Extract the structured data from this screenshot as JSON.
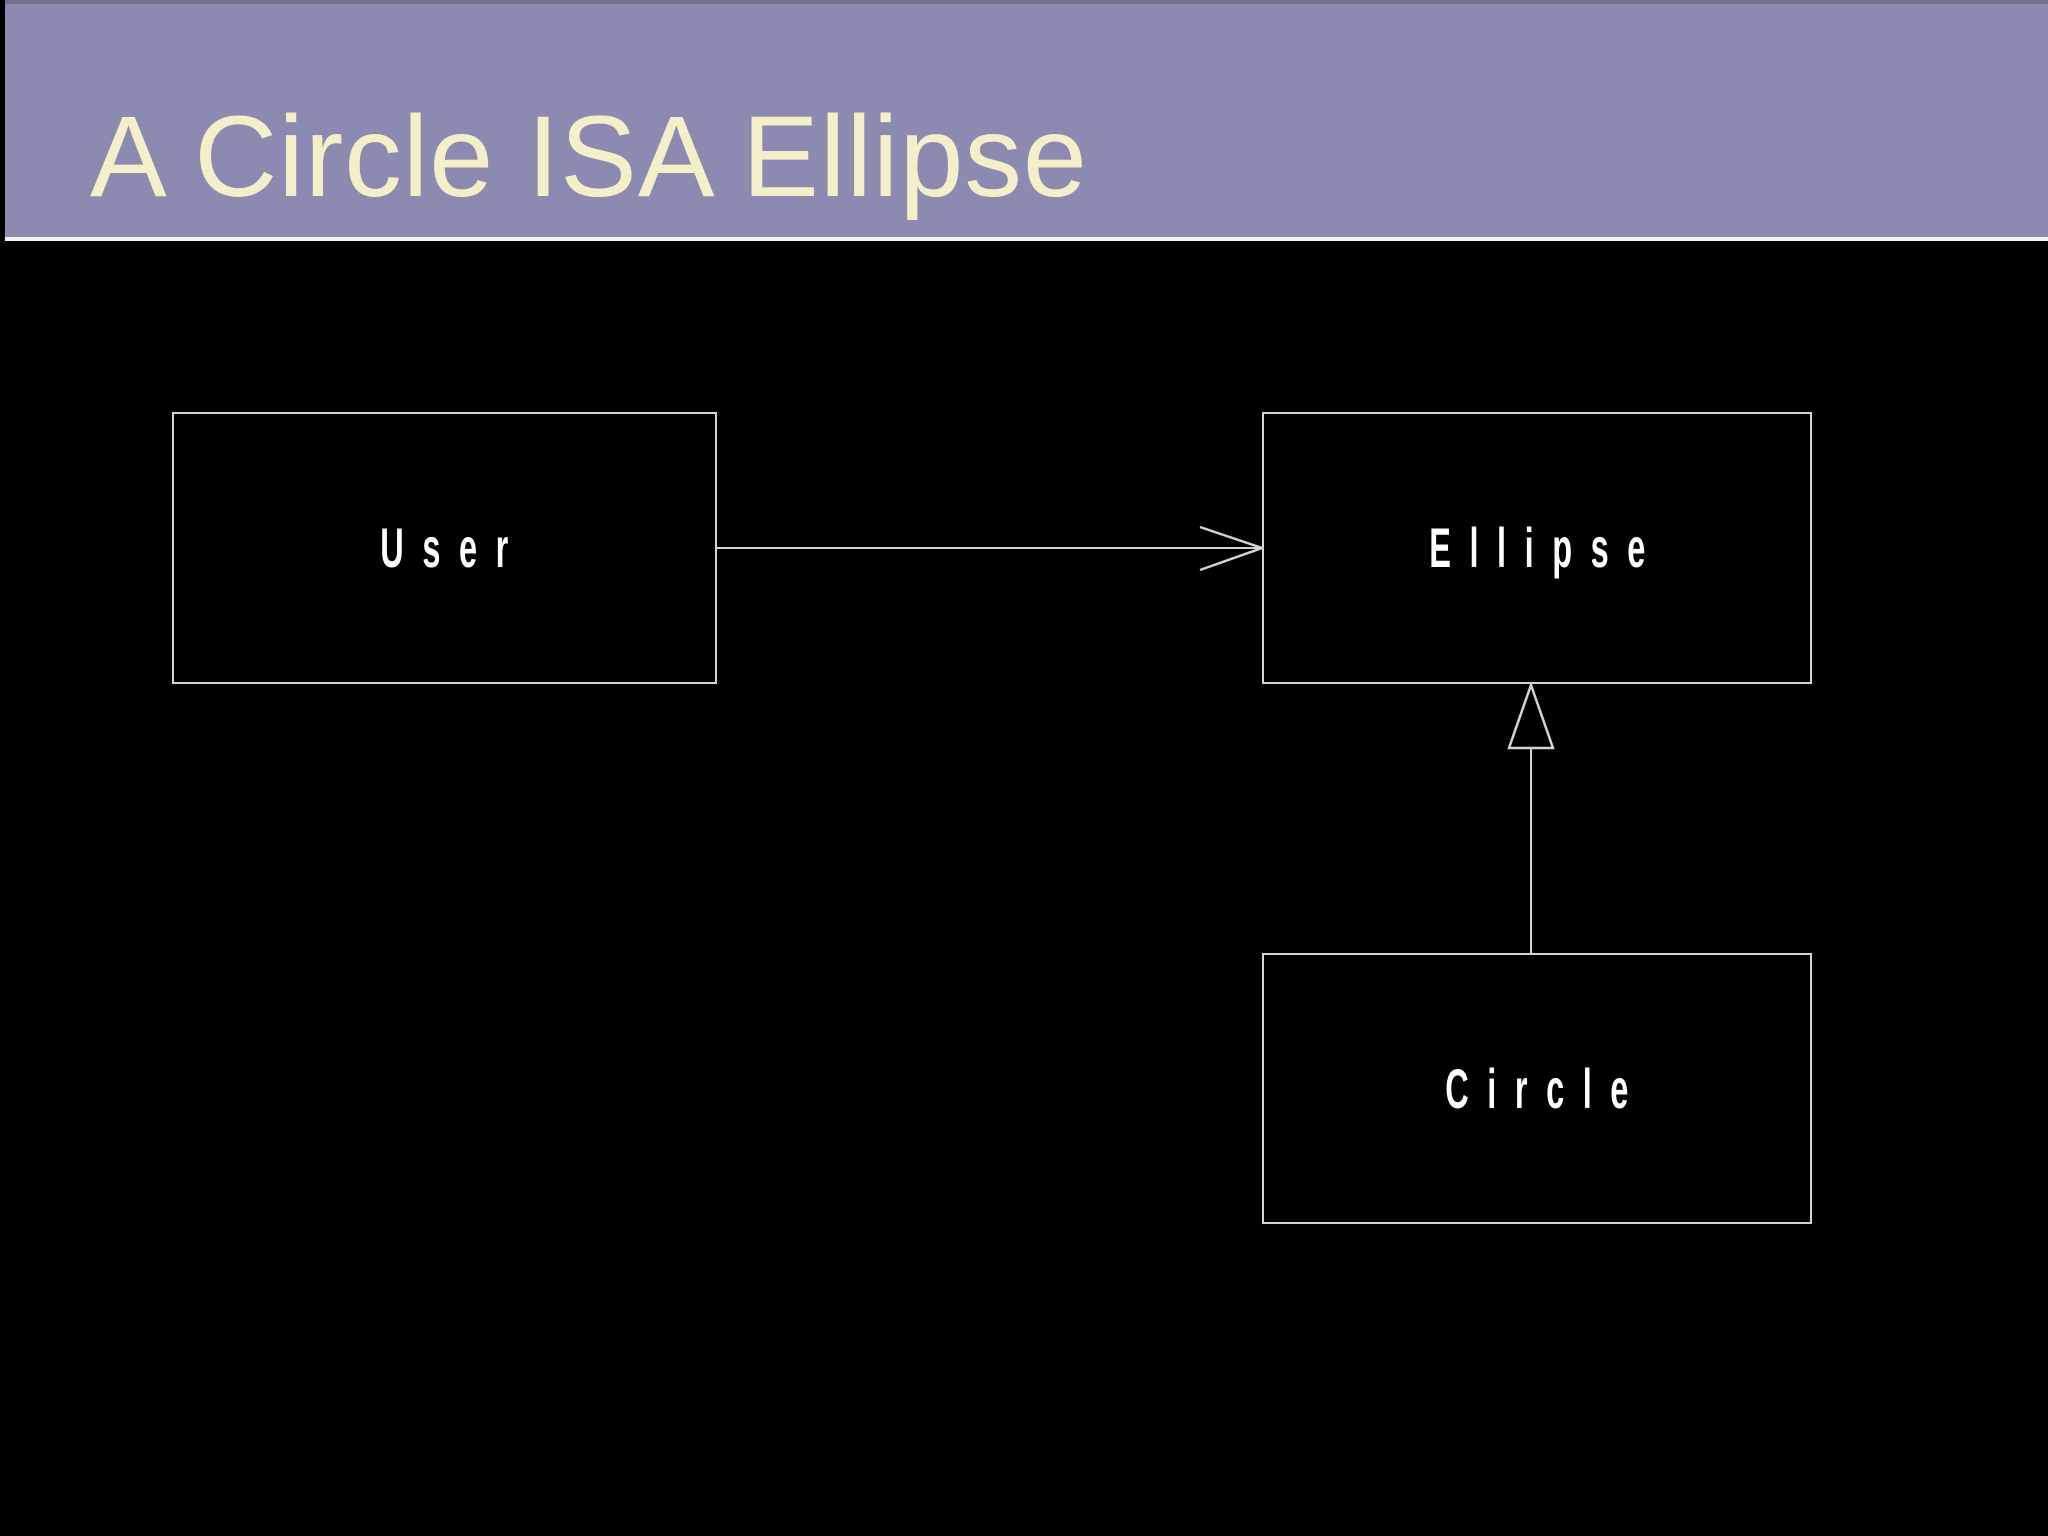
{
  "slide": {
    "title": "A Circle ISA Ellipse",
    "colors": {
      "background": "#000000",
      "header_bg": "#8d8ab1",
      "header_top_line": "#72708a",
      "header_bottom_line": "#f4f4f4",
      "title_text": "#f3f0c9",
      "node_border": "#d4d4d4",
      "node_fill": "#000000",
      "node_text": "#ffffff",
      "connector": "#d4d4d4"
    },
    "diagram": {
      "nodes": [
        {
          "id": "user",
          "label": "User"
        },
        {
          "id": "ellipse",
          "label": "Ellipse"
        },
        {
          "id": "circle",
          "label": "Circle"
        }
      ],
      "edges": [
        {
          "from": "User",
          "to": "Ellipse",
          "type": "association-open-arrow"
        },
        {
          "from": "Circle",
          "to": "Ellipse",
          "type": "generalization-hollow-triangle"
        }
      ]
    }
  }
}
